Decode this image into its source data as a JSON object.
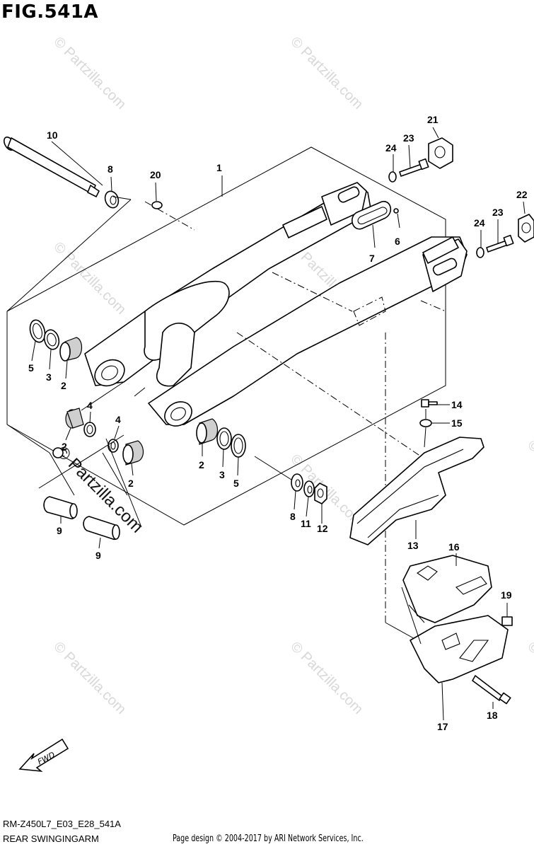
{
  "title": "FIG.541A",
  "footer": {
    "code": "RM-Z450L7_E03_E28_541A",
    "name": "REAR SWINGINGARM",
    "copyright": "Page design © 2004-2017 by ARI Network Services, Inc."
  },
  "watermark": "© Partzilla.com",
  "fwd_label": "FWD",
  "callouts": [
    "1",
    "2",
    "2",
    "2",
    "2",
    "3",
    "3",
    "4",
    "4",
    "5",
    "5",
    "6",
    "7",
    "8",
    "8",
    "9",
    "9",
    "10",
    "11",
    "12",
    "13",
    "14",
    "15",
    "16",
    "17",
    "18",
    "19",
    "20",
    "21",
    "22",
    "23",
    "23",
    "24",
    "24"
  ],
  "colors": {
    "line": "#000000",
    "watermark": "#d8d8d8",
    "background": "#ffffff"
  }
}
